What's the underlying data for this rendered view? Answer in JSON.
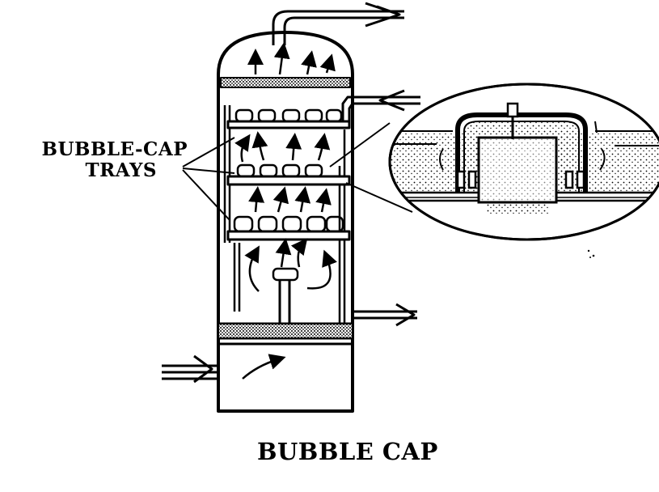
{
  "labels": {
    "trays_line1": "BUBBLE-CAP",
    "trays_line2": "TRAYS",
    "caption": "BUBBLE CAP"
  },
  "colors": {
    "ink": "#000000",
    "paper": "#ffffff"
  }
}
